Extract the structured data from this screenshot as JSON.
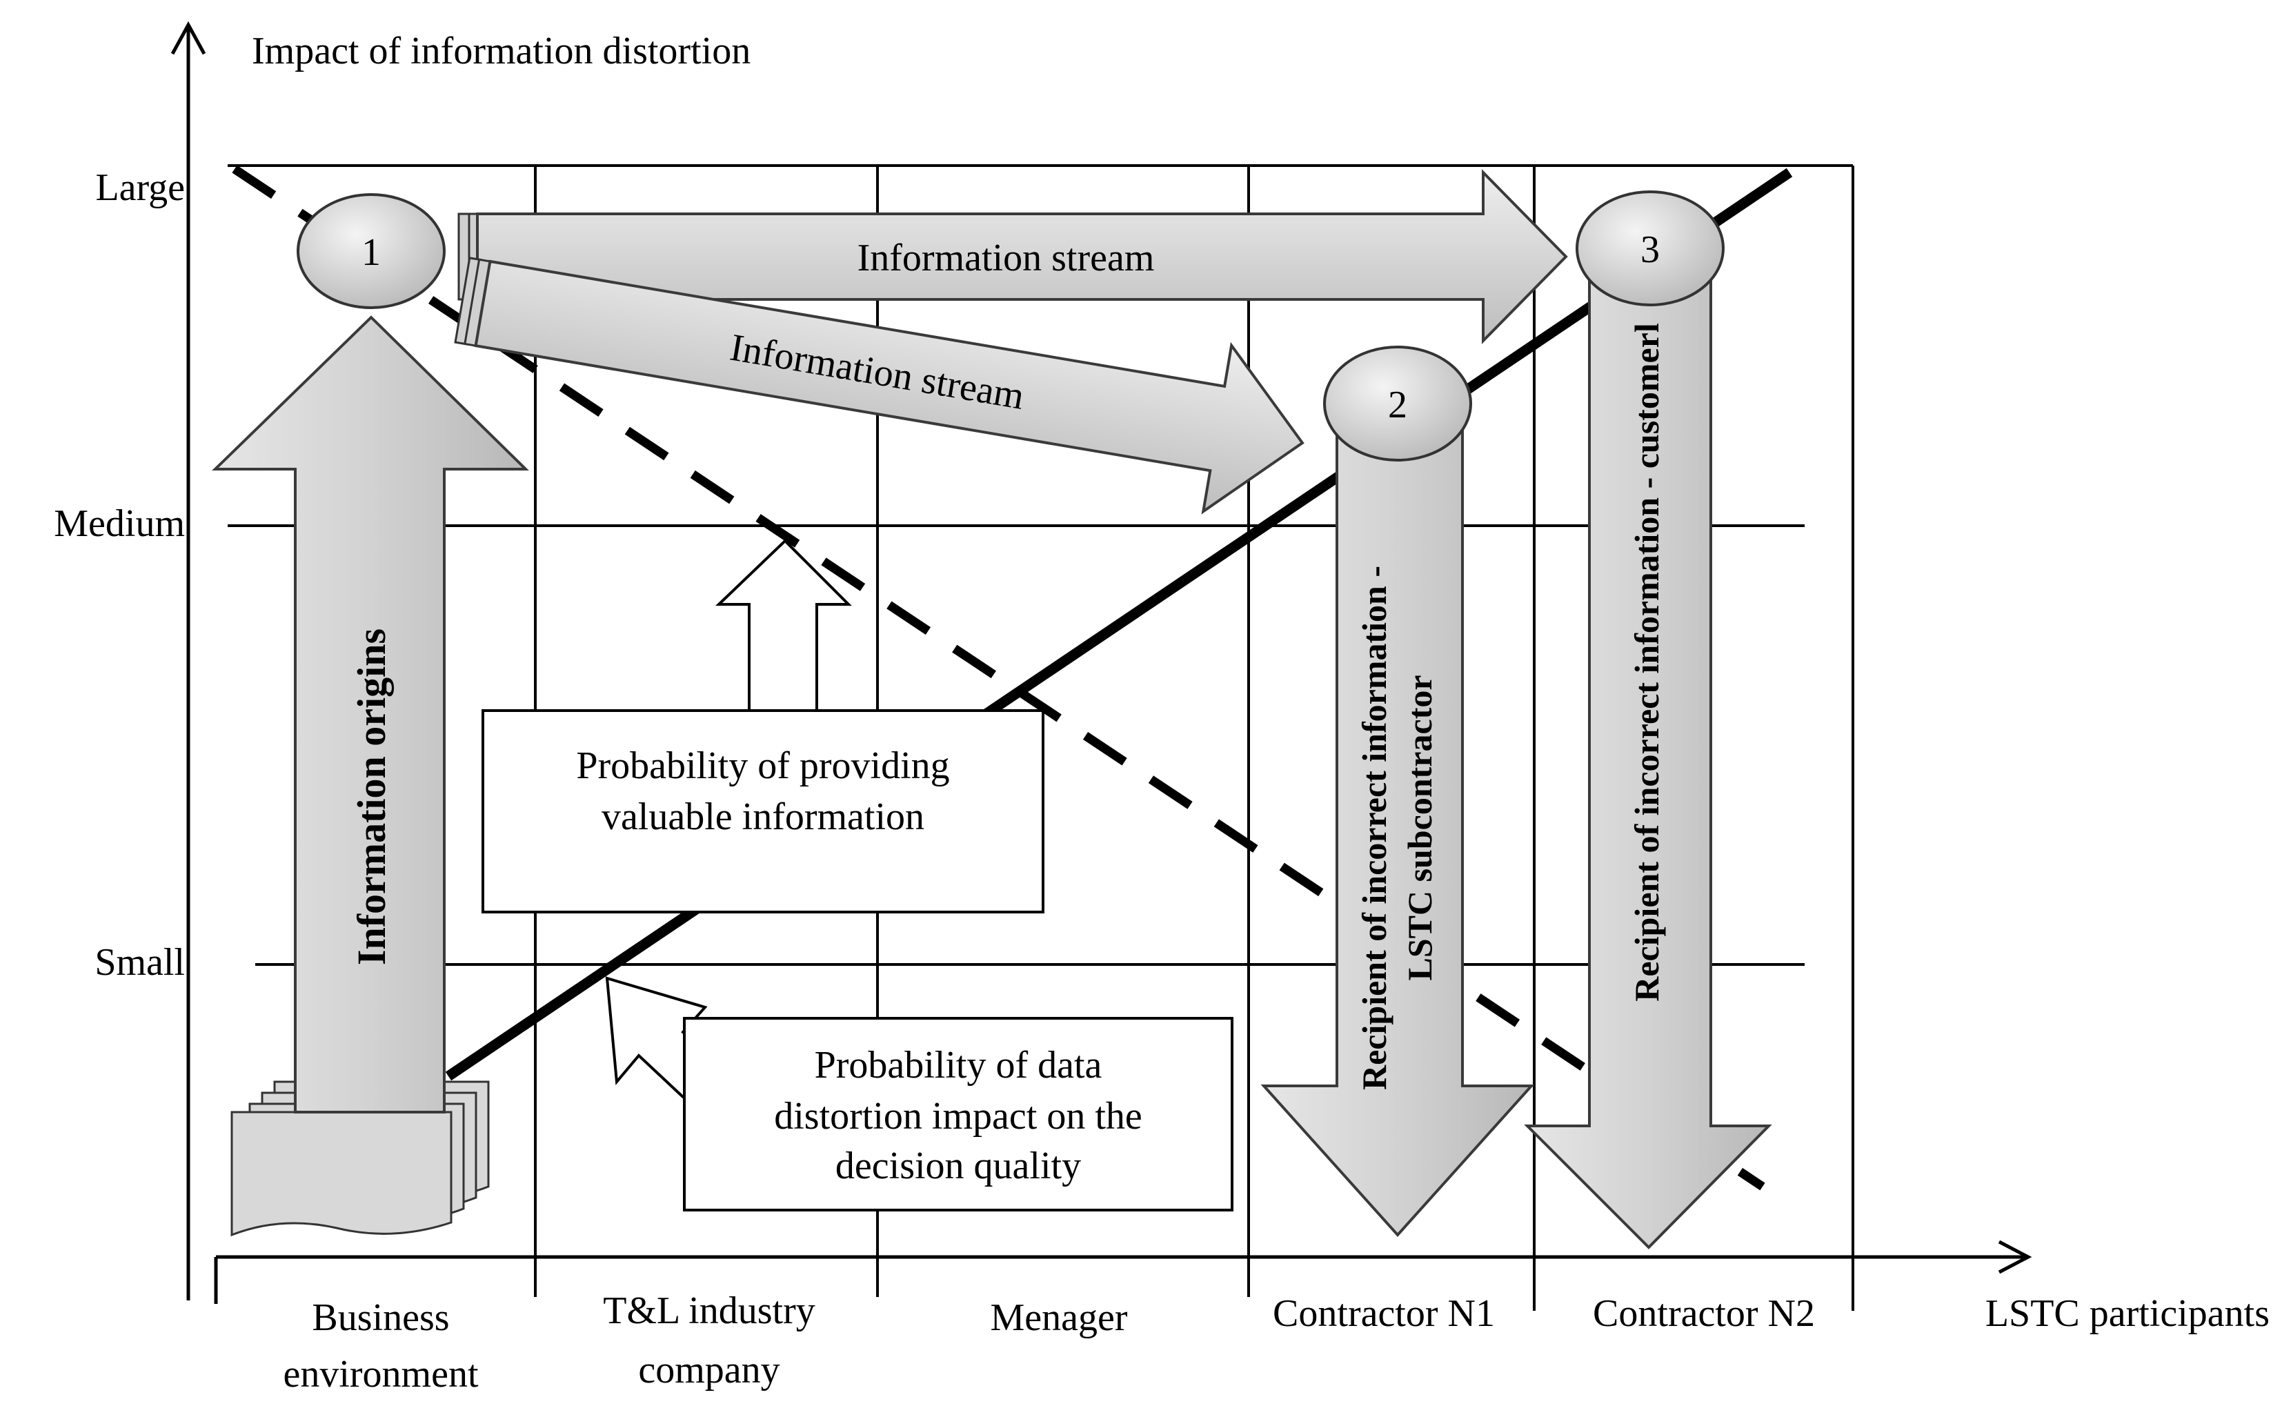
{
  "axes": {
    "y_title": "Impact of information distortion",
    "x_title": "LSTC participants",
    "y_levels": [
      "Large",
      "Medium",
      "Small"
    ],
    "x_columns": [
      [
        "Business",
        "environment"
      ],
      [
        "T&L industry",
        "company"
      ],
      [
        "Menager"
      ],
      [
        "Contractor N1"
      ],
      [
        "Contractor N2"
      ]
    ]
  },
  "nodes": {
    "n1": "1",
    "n2": "2",
    "n3": "3"
  },
  "arrows": {
    "origins": "Information origins",
    "stream_top": "Information stream",
    "stream_mid": "Information stream",
    "recipient_1": [
      "Recipient of incorrect information -",
      "LSTC subcontractor"
    ],
    "recipient_2": "Recipient of incorrect information - customerl"
  },
  "callouts": {
    "valuable": [
      "Probability of providing",
      "valuable information"
    ],
    "distortion": [
      "Probability of data",
      "distortion impact on the",
      "decision quality"
    ]
  },
  "colors": {
    "arrow_fill": "#d0d0d0",
    "arrow_stroke": "#3a3a3a",
    "line": "#000000",
    "background": "#ffffff"
  }
}
